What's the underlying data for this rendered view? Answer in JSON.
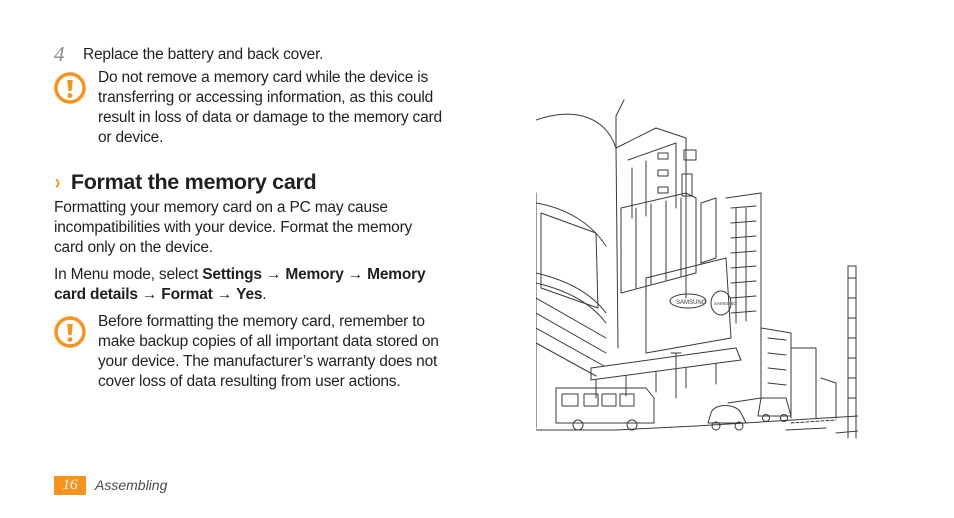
{
  "step": {
    "number": "4",
    "text": "Replace the battery and back cover."
  },
  "warning1": {
    "icon": "warning-exclamation-icon",
    "lines": [
      "Do not remove a memory card while the device is",
      "transferring or accessing information, as this could",
      "result in loss of data or damage to the memory card",
      "or device."
    ]
  },
  "section": {
    "chevron": "›",
    "title": "Format the memory card"
  },
  "body1": {
    "lines": [
      "Formatting your memory card on a PC may cause",
      "incompatibilities with your device. Format the memory",
      "card only on the device."
    ]
  },
  "body2": {
    "prefix": "In Menu mode, select ",
    "settings": "Settings",
    "arrow": "→",
    "memory": "Memory",
    "memory_card_details_1": "Memory",
    "memory_card_details_2": "card details",
    "format": "Format",
    "yes": "Yes",
    "period": "."
  },
  "warning2": {
    "icon": "warning-exclamation-icon",
    "lines": [
      "Before formatting the memory card, remember to",
      "make backup copies of all important data stored on",
      "your device. The manufacturer’s warranty does not",
      "cover loss of data resulting from user actions."
    ]
  },
  "illustration": {
    "sign_text_1": "SAMSUNG",
    "sign_text_2": "SAMSUNG"
  },
  "footer": {
    "page_number": "16",
    "chapter": "Assembling"
  },
  "colors": {
    "accent": "#f7941d",
    "text": "#231f20"
  }
}
